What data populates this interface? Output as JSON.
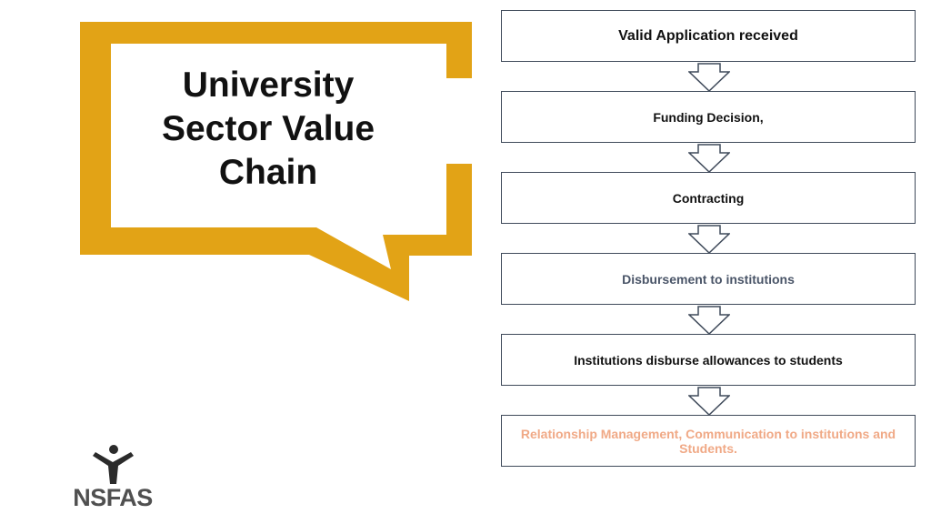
{
  "callout": {
    "title_lines": [
      "University",
      "Sector Value",
      "Chain"
    ],
    "frame_color": "#e2a316"
  },
  "flow": {
    "steps": [
      {
        "label": "Valid Application received"
      },
      {
        "label": "Funding Decision,"
      },
      {
        "label": "Contracting"
      },
      {
        "label": "Disbursement to institutions"
      },
      {
        "label": "Institutions disburse allowances to students"
      },
      {
        "label": "Relationship Management, Communication to institutions and Students."
      }
    ]
  },
  "logo": {
    "text": "NSFAS",
    "icon": "person-figure-icon"
  }
}
